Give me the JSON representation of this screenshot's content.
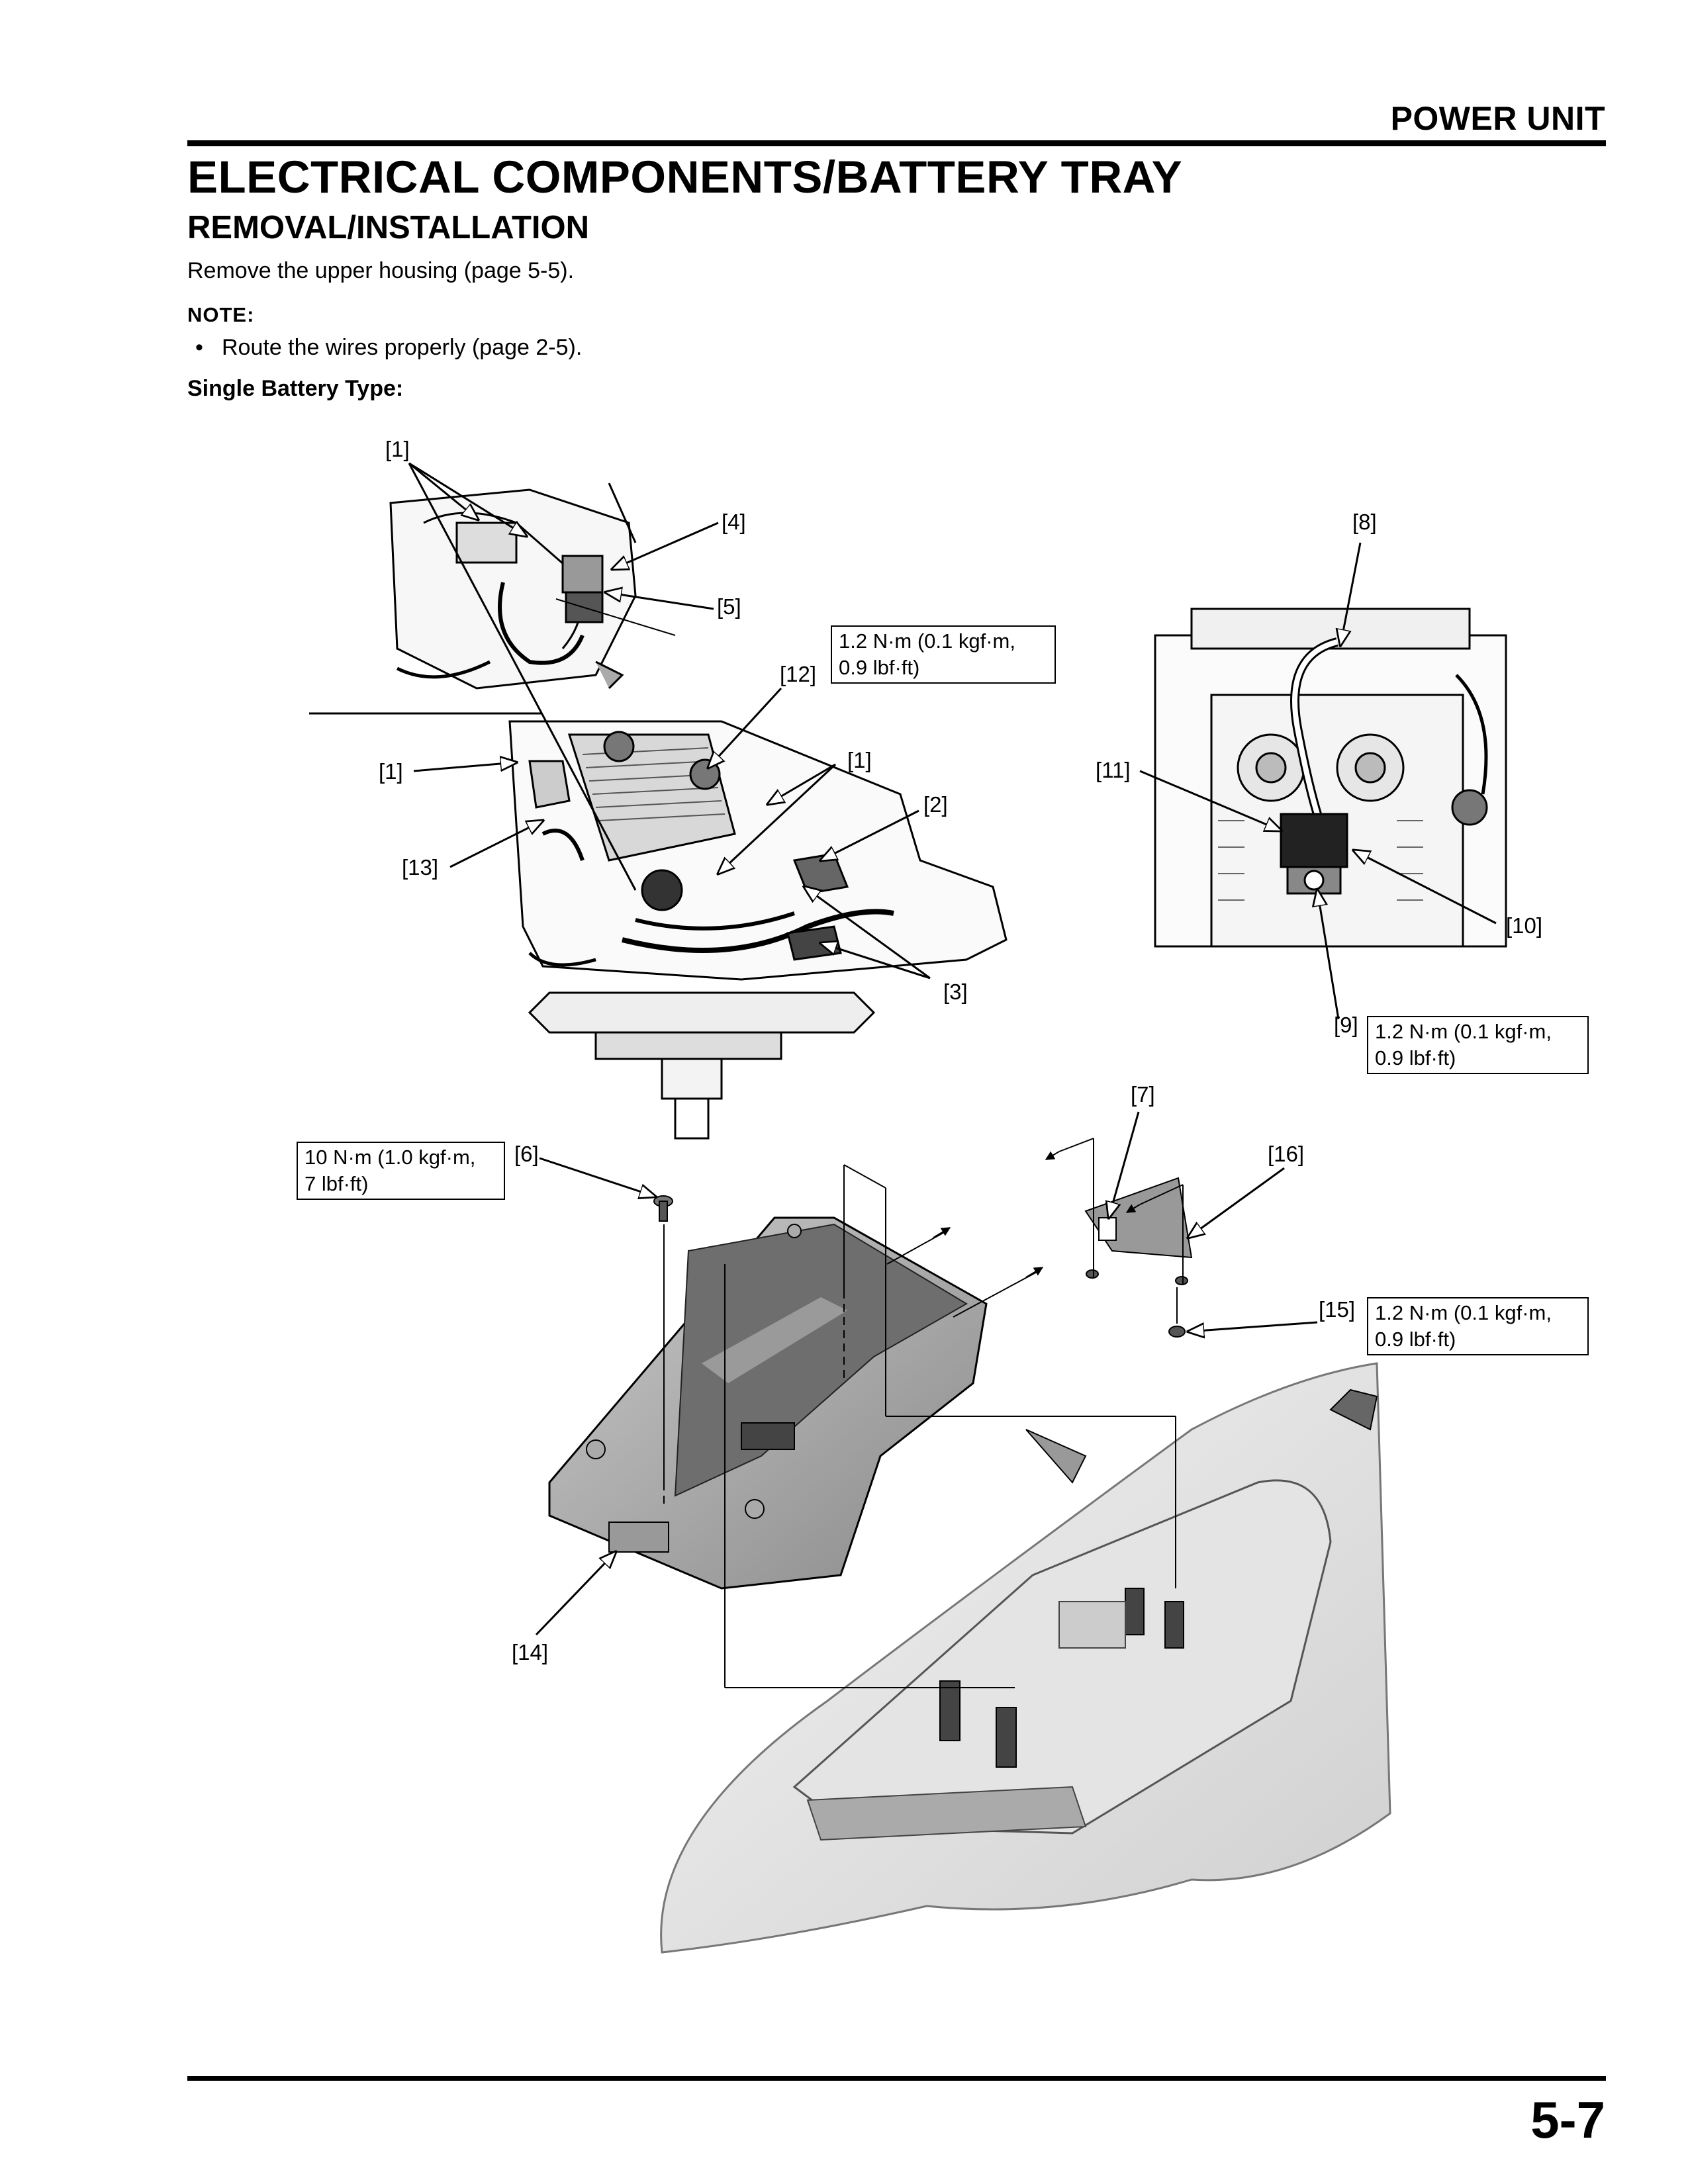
{
  "header": {
    "section": "POWER UNIT"
  },
  "title": "ELECTRICAL COMPONENTS/BATTERY TRAY",
  "subtitle": "REMOVAL/INSTALLATION",
  "intro": "Remove the upper housing (page 5-5).",
  "note": {
    "heading": "NOTE:",
    "bullet": "•",
    "items": [
      "Route the wires properly (page 2-5)."
    ]
  },
  "battery_type": "Single Battery Type:",
  "callouts": {
    "c1a": "[1]",
    "c1b": "[1]",
    "c1c": "[1]",
    "c2": "[2]",
    "c3": "[3]",
    "c4": "[4]",
    "c5": "[5]",
    "c6": "[6]",
    "c7": "[7]",
    "c8": "[8]",
    "c9": "[9]",
    "c10": "[10]",
    "c11": "[11]",
    "c12": "[12]",
    "c13": "[13]",
    "c14": "[14]",
    "c15": "[15]",
    "c16": "[16]"
  },
  "torque_specs": {
    "t12": {
      "line1": "1.2 N·m (0.1 kgf·m,",
      "line2": "0.9 lbf·ft)"
    },
    "t9": {
      "line1": "1.2 N·m (0.1 kgf·m,",
      "line2": "0.9 lbf·ft)"
    },
    "t6": {
      "line1": "10 N·m (1.0 kgf·m,",
      "line2": "7 lbf·ft)"
    },
    "t15": {
      "line1": "1.2 N·m (0.1 kgf·m,",
      "line2": "0.9 lbf·ft)"
    }
  },
  "footer": {
    "page_number": "5-7"
  }
}
